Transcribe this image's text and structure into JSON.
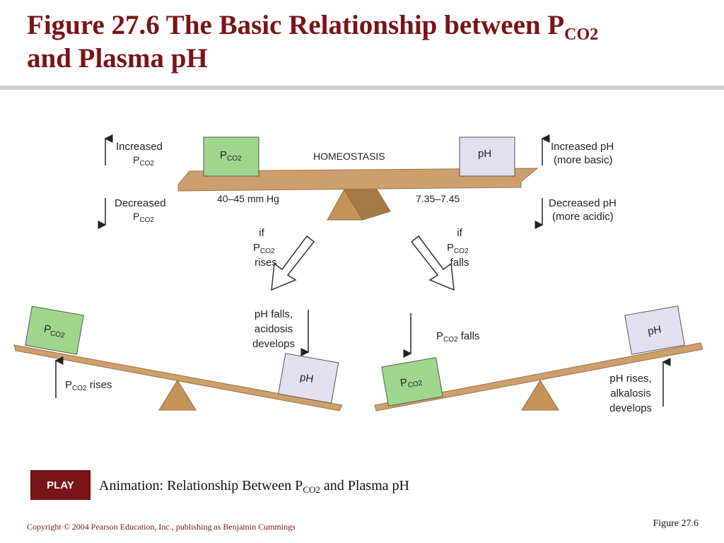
{
  "slide": {
    "title_prefix": "Figure 27.6  The Basic Relationship between P",
    "title_sub": "CO2",
    "title_suffix": " and Plasma pH",
    "play_label": "PLAY",
    "caption_prefix": "Animation: Relationship Between P",
    "caption_sub": "CO2",
    "caption_suffix": " and Plasma pH",
    "copyright": "Copyright © 2004 Pearson Education, Inc., publishing as Benjamin Cummings",
    "figure_label": "Figure 27.6"
  },
  "diagram": {
    "colors": {
      "pco2_box": "#9fd68c",
      "ph_box": "#e2dff0",
      "beam": "#cc9f6c",
      "fulcrum": "#c49358",
      "title": "#7a1416"
    },
    "top": {
      "pco2_box": {
        "prefix": "P",
        "sub": "CO2"
      },
      "ph_box": "pH",
      "homeostasis": "HOMEOSTASIS",
      "pco2_range": "40–45 mm Hg",
      "ph_range": "7.35–7.45",
      "increased_label": "Increased",
      "increased_pco2": {
        "prefix": "P",
        "sub": "CO2"
      },
      "decreased_label": "Decreased",
      "decreased_pco2": {
        "prefix": "P",
        "sub": "CO2"
      },
      "increased_ph": [
        "Increased pH",
        "(more basic)"
      ],
      "decreased_ph": [
        "Decreased pH",
        "(more acidic)"
      ]
    },
    "middle": {
      "left": {
        "if": "if",
        "p": "P",
        "sub": "CO2",
        "action": "rises"
      },
      "right": {
        "if": "if",
        "p": "P",
        "sub": "CO2",
        "action": "falls"
      }
    },
    "bottom_left": {
      "pco2_box": {
        "prefix": "P",
        "sub": "CO2"
      },
      "ph_box": "pH",
      "ph_falls": [
        "pH falls,",
        "acidosis",
        "develops"
      ],
      "pco2_rises": {
        "prefix": "P",
        "sub": "CO2",
        "suffix": " rises"
      }
    },
    "bottom_right": {
      "pco2_box": {
        "prefix": "P",
        "sub": "CO2"
      },
      "ph_box": "pH",
      "pco2_falls": {
        "prefix": "P",
        "sub": "CO2",
        "suffix": " falls"
      },
      "ph_rises": [
        "pH rises,",
        "alkalosis",
        "develops"
      ]
    }
  }
}
